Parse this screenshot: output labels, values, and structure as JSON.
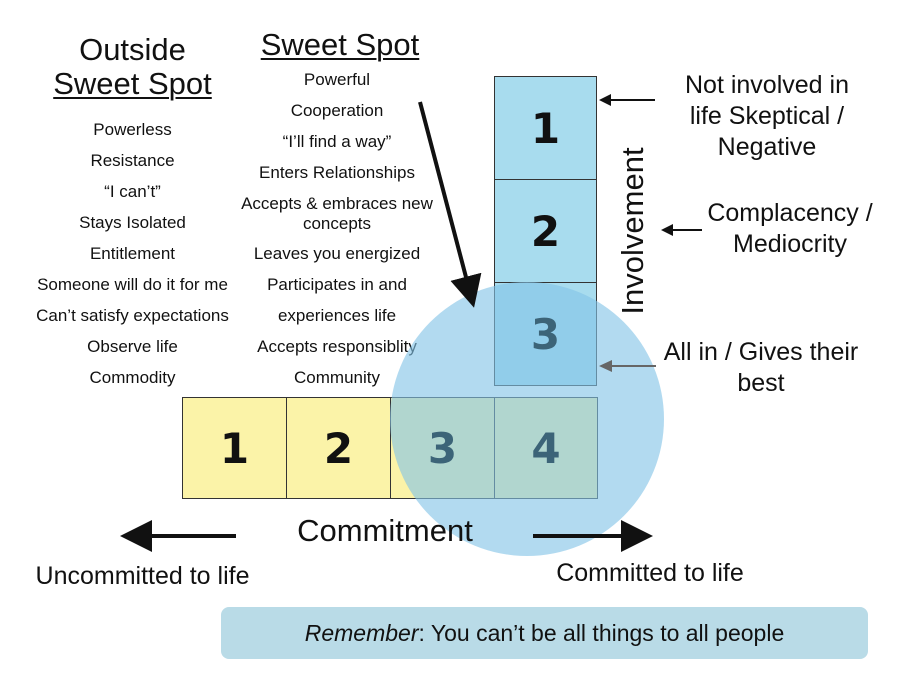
{
  "outside": {
    "title_line1": "Outside",
    "title_line2": "Sweet Spot",
    "items": [
      "Powerless",
      "Resistance",
      "“I can’t”",
      "Stays Isolated",
      "Entitlement",
      "Someone will do it for me",
      "Can’t satisfy expectations",
      "Observe life",
      "Commodity"
    ]
  },
  "sweet": {
    "title": "Sweet Spot",
    "items": [
      "Powerful",
      "Cooperation",
      "“I’ll find a way”",
      "Enters Relationships",
      "Accepts & embraces new concepts",
      "Leaves you energized",
      "Participates in and experiences life",
      "Accepts responsiblity",
      "Community"
    ]
  },
  "involvement": {
    "label": "Involvement",
    "levels": [
      "1",
      "2",
      "3"
    ],
    "notes": [
      "Not involved in life Skeptical / Negative",
      "Complacency / Mediocrity",
      "All in / Gives their best"
    ]
  },
  "commitment": {
    "label": "Commitment",
    "levels": [
      "1",
      "2",
      "3",
      "4"
    ],
    "left_label": "Uncommitted to life",
    "right_label": "Committed to life"
  },
  "banner": {
    "emphasis": "Remember",
    "text": ": You can’t be all things to all people"
  },
  "colors": {
    "commitment_box": "#fbf3a8",
    "involvement_box": "#a8dcee",
    "sweet_spot_circle": "#82c4e6",
    "banner": "#b9dbe7",
    "highlighted_number": "#3c6478"
  }
}
